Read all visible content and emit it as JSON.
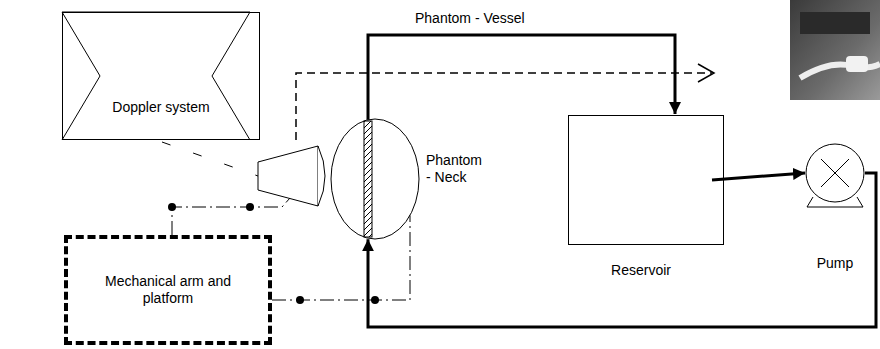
{
  "diagram": {
    "nodes": [
      {
        "text": [
          "Doppler system"
        ]
      },
      {
        "text": [
          "Mechanical arm and platform"
        ]
      },
      {
        "text": [
          "Phantom - Neck"
        ]
      },
      {
        "text": [
          "Reservoir"
        ]
      },
      {
        "text": [
          "Pump"
        ]
      }
    ],
    "edges": [
      {
        "from": 2,
        "to": 3,
        "arrow": "to",
        "label": "Phantom - Vessel"
      },
      {
        "from": 3,
        "to": 4,
        "arrow": "to"
      },
      {
        "from": 4,
        "to": 2,
        "arrow": "to"
      },
      {
        "from": 1,
        "to": 2,
        "arrow": "none"
      }
    ]
  }
}
